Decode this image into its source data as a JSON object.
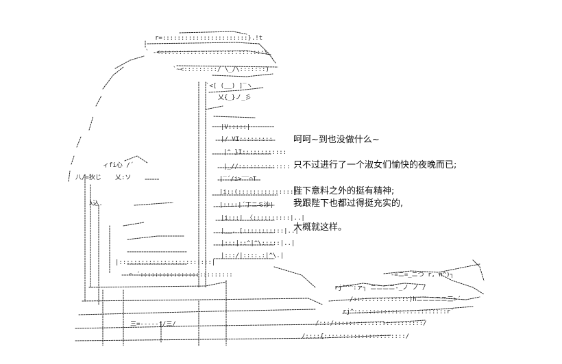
{
  "dialogue": {
    "lines": [
      "呵呵~到也没做什么~",
      "只不过进行了一个淑女们愉快的夜晚而已;",
      "陛下意料之外的挺有精神;",
      "我跟陛下也都过得挺充实的,",
      "大概就这样。"
    ]
  },
  "artwork": {
    "subject": "ascii-art-figure",
    "color": "#222222"
  }
}
